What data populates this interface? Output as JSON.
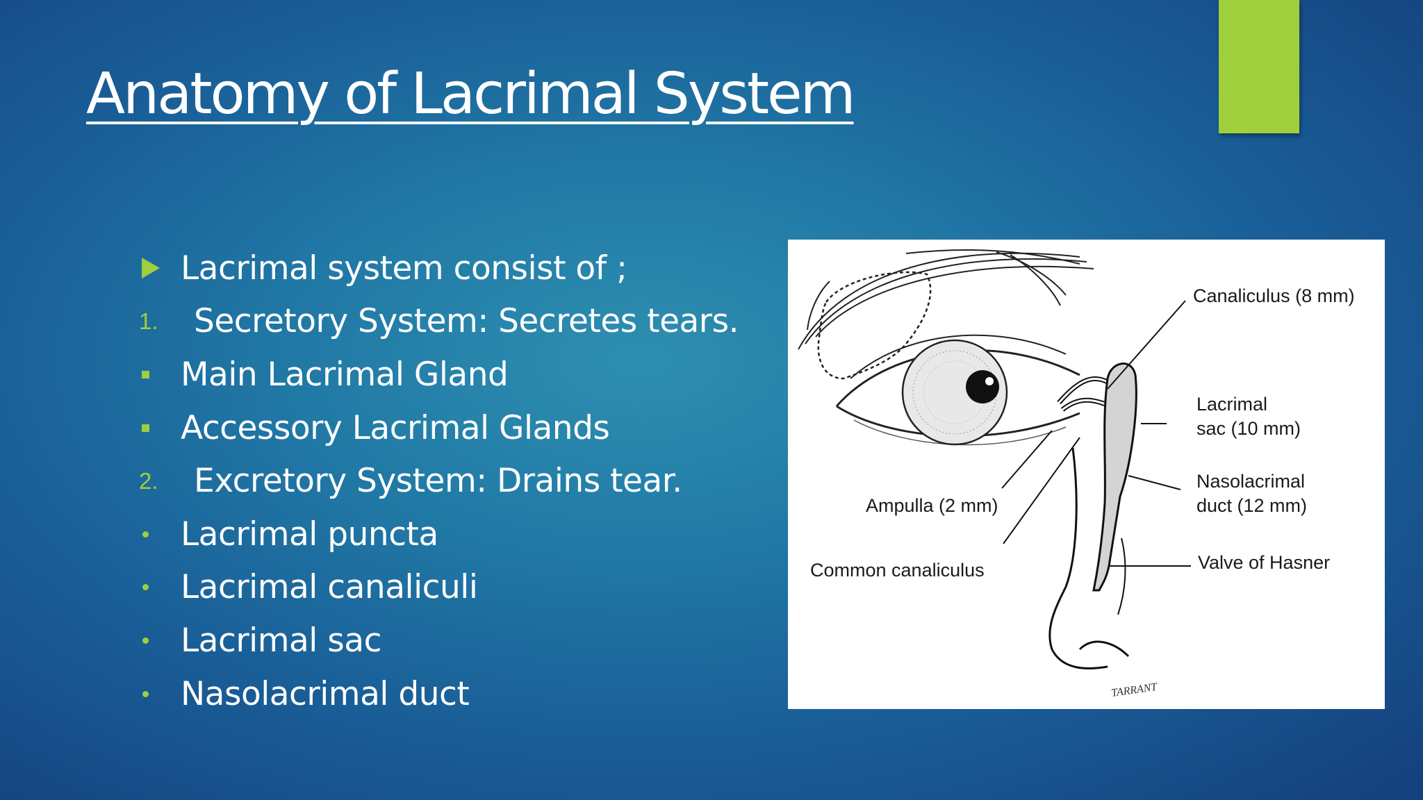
{
  "slide": {
    "title": "Anatomy of Lacrimal System",
    "accent_color": "#9fcf3a",
    "background_color": "#1a5f98"
  },
  "bullets": [
    {
      "marker": "triangle",
      "text": "Lacrimal system consist of ;"
    },
    {
      "marker": "number",
      "number": "1.",
      "text": "Secretory System: Secretes tears."
    },
    {
      "marker": "square",
      "text": "Main Lacrimal Gland"
    },
    {
      "marker": "square",
      "text": "Accessory Lacrimal Glands"
    },
    {
      "marker": "number",
      "number": "2.",
      "text": "Excretory System: Drains tear."
    },
    {
      "marker": "dot",
      "text": "Lacrimal puncta"
    },
    {
      "marker": "dot",
      "text": "Lacrimal canaliculi"
    },
    {
      "marker": "dot",
      "text": "Lacrimal sac"
    },
    {
      "marker": "dot",
      "text": "Nasolacrimal duct"
    }
  ],
  "figure": {
    "labels": {
      "canaliculus": "Canaliculus (8 mm)",
      "sac_line1": "Lacrimal",
      "sac_line2": "sac (10 mm)",
      "duct_line1": "Nasolacrimal",
      "duct_line2": "duct (12 mm)",
      "valve": "Valve of Hasner",
      "ampulla": "Ampulla (2 mm)",
      "common": "Common canaliculus",
      "signature": "TARRANT"
    }
  }
}
